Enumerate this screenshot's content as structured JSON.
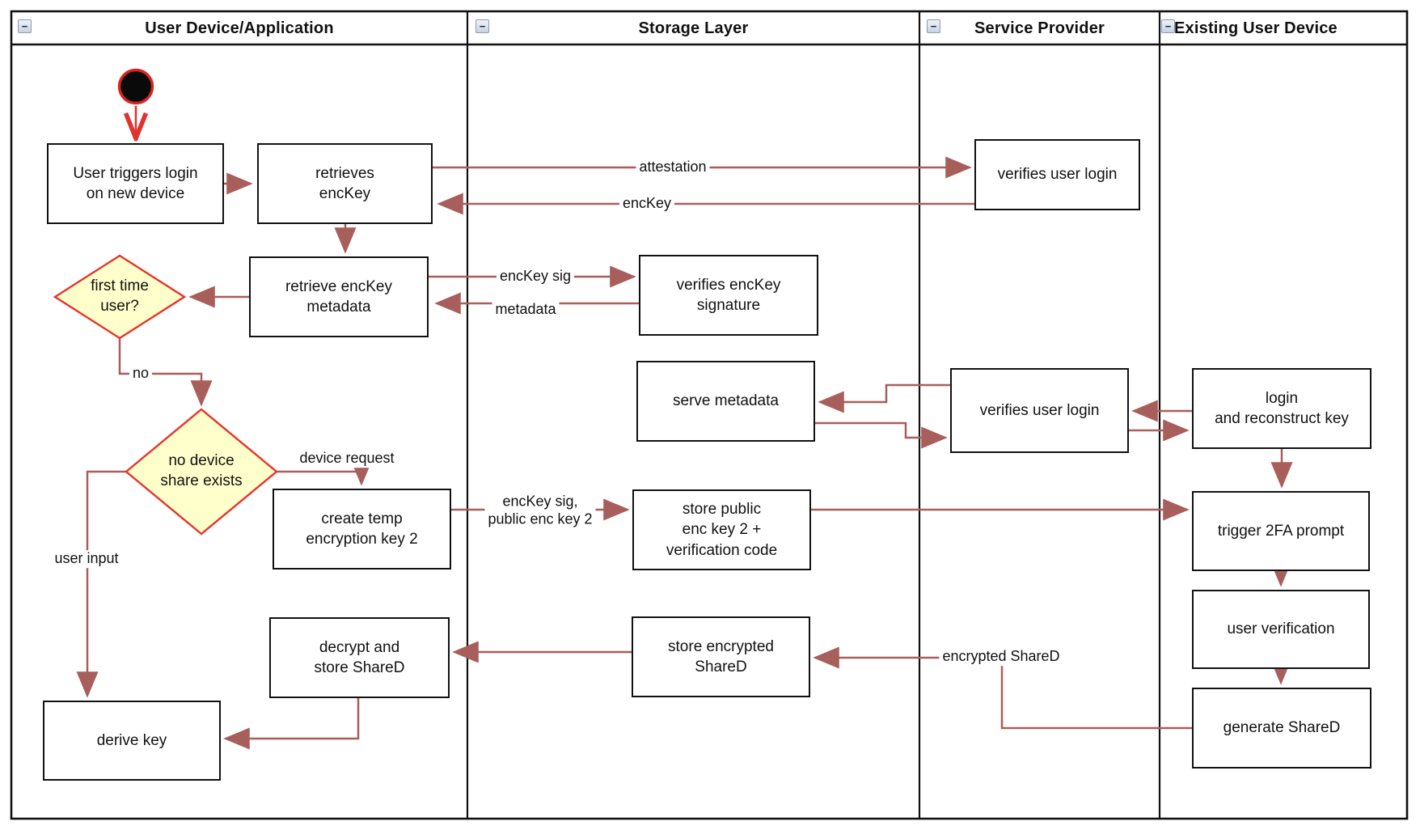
{
  "lanes": [
    {
      "label": "User Device/Application"
    },
    {
      "label": "Storage Layer"
    },
    {
      "label": "Service Provider"
    },
    {
      "label": "Existing User Device"
    }
  ],
  "icons": {
    "collapse": "−"
  },
  "nodes": {
    "user_triggers": {
      "label": "User triggers login\non new device"
    },
    "retrieves_enckey": {
      "label": "retrieves\nencKey"
    },
    "retrieve_metadata": {
      "label": "retrieve encKey\nmetadata"
    },
    "first_time_user": {
      "label": "first time\nuser?"
    },
    "verifies_user_login_top": {
      "label": "verifies user login"
    },
    "verifies_enckey_signature": {
      "label": "verifies encKey\nsignature"
    },
    "serve_metadata": {
      "label": "serve metadata"
    },
    "verifies_user_login_mid": {
      "label": "verifies user login"
    },
    "login_reconstruct": {
      "label": "login\nand reconstruct key"
    },
    "no_device_share": {
      "label": "no device\nshare exists"
    },
    "create_temp_key": {
      "label": "create temp\nencryption key 2"
    },
    "store_public_key": {
      "label": "store public\nenc key 2 +\nverification code"
    },
    "trigger_2fa": {
      "label": "trigger 2FA prompt"
    },
    "user_verification": {
      "label": "user verification"
    },
    "generate_shared": {
      "label": "generate ShareD"
    },
    "decrypt_store_shared": {
      "label": "decrypt and\nstore ShareD"
    },
    "store_encrypted_shared": {
      "label": "store encrypted\nShareD"
    },
    "derive_key": {
      "label": "derive key"
    }
  },
  "edge_labels": {
    "attestation": "attestation",
    "enckey": "encKey",
    "enckey_sig": "encKey sig",
    "metadata": "metadata",
    "no": "no",
    "device_request": "device request",
    "enckey_sig_public": "encKey sig,\npublic enc key 2",
    "user_input": "user input",
    "encrypted_shared": "encrypted ShareD"
  },
  "colors": {
    "connector": "#a85f5b",
    "accent_red": "#e8322a",
    "decision_fill": "#ffffcc",
    "node_border": "#111111",
    "node_fill": "#ffffff"
  }
}
